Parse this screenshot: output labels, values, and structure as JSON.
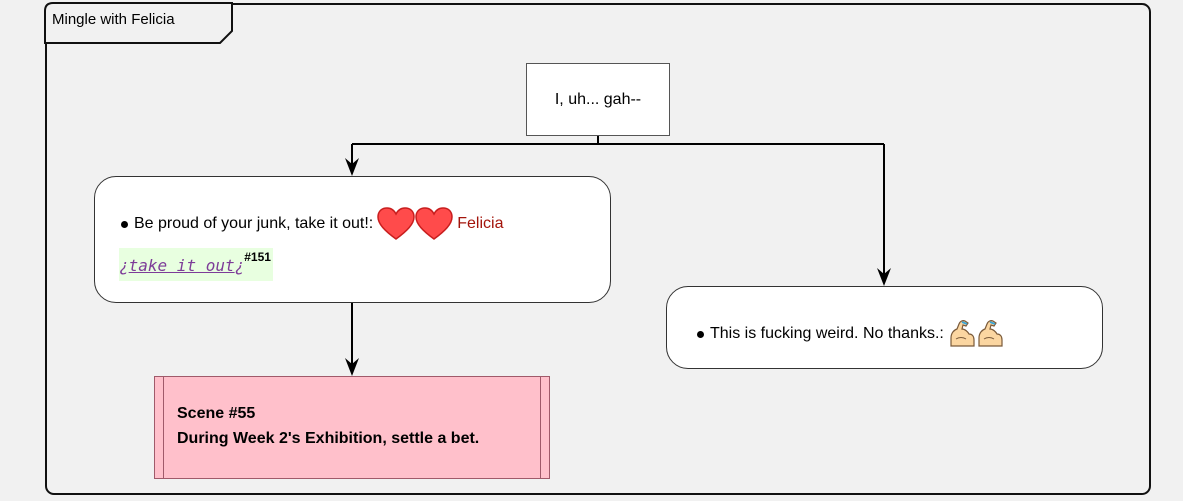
{
  "frame": {
    "title": "Mingle with Felicia"
  },
  "prompt": {
    "text": "I, uh... gah--"
  },
  "choices": [
    {
      "text": "Be proud of your junk, take it out!:",
      "icons": [
        "heart-icon",
        "heart-icon"
      ],
      "icon_color": "#ff4b4b",
      "npc": "Felicia",
      "npc_color": "#a3140b",
      "action": {
        "open": "¿",
        "label": "take it out",
        "close": "¿",
        "number": "#151"
      }
    },
    {
      "text": "This is fucking weird. No thanks.:",
      "icons": [
        "flexed-biceps-icon",
        "flexed-biceps-icon"
      ]
    }
  ],
  "scene": {
    "title": "Scene #55",
    "description": "During Week 2's Exhibition, settle a bet.",
    "color": "#ffc0cb"
  }
}
